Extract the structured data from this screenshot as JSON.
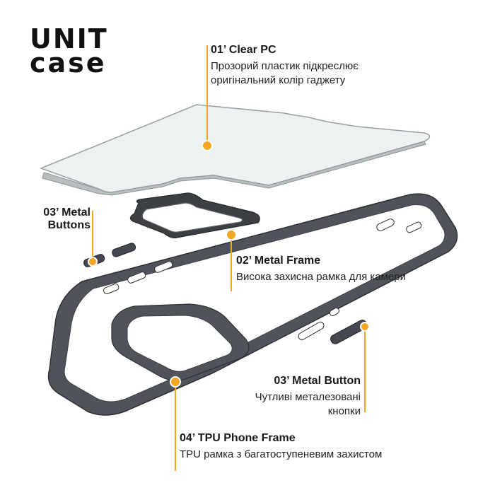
{
  "brand": {
    "line1": "UNIT",
    "line2": "case"
  },
  "colors": {
    "accent": "#f5a623",
    "frame": "#4b4e54",
    "frame_light": "#5d6068",
    "plastic": "#e9ecec"
  },
  "callouts": {
    "clear_pc": {
      "title": "01’ Clear PC",
      "description": "Прозорий пластик підкреслює оригінальний колір гаджету"
    },
    "metal_buttons": {
      "title": "03’ Metal Buttons"
    },
    "metal_frame": {
      "title": "02’ Metal Frame",
      "description": "Висока захисна рамка для камери"
    },
    "metal_button": {
      "title": "03’ Metal Button",
      "description": "Чутливі металезовані кнопки"
    },
    "tpu_frame": {
      "title": "04’ TPU Phone Frame",
      "description": "TPU рамка з багатоступеневим захистом"
    }
  }
}
